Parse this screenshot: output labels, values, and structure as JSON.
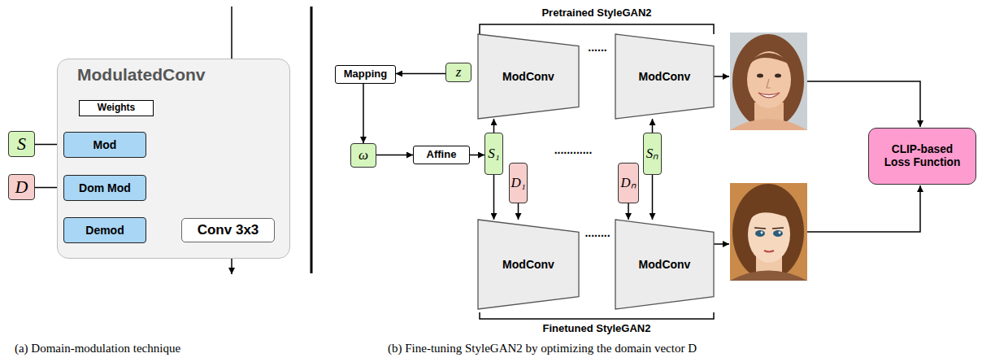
{
  "diagram": {
    "nodes": [
      {
        "text": [
          "ModulatedConv"
        ]
      },
      {
        "text": [
          "Weights"
        ],
        "in": 0
      },
      {
        "text": [
          "Mod"
        ],
        "in": 0
      },
      {
        "text": [
          "Dom Mod"
        ],
        "in": 0
      },
      {
        "text": [
          "Demod"
        ],
        "in": 0
      },
      {
        "text": [
          "Conv 3x3"
        ],
        "in": 0
      },
      {
        "text": [
          "S"
        ]
      },
      {
        "text": [
          "D"
        ]
      },
      {
        "text": [
          "Mapping"
        ]
      },
      {
        "text": [
          "z"
        ]
      },
      {
        "text": [
          "ω"
        ]
      },
      {
        "text": [
          "Affine"
        ]
      },
      {
        "text": [
          "ModConv"
        ]
      },
      {
        "text": [
          "ModConv"
        ]
      },
      {
        "text": [
          "S₁"
        ]
      },
      {
        "text": [
          "Sₙ"
        ]
      },
      {
        "text": [
          "D₁"
        ]
      },
      {
        "text": [
          "Dₙ"
        ]
      },
      {
        "text": [
          "ModConv"
        ]
      },
      {
        "text": [
          "ModConv"
        ]
      },
      {
        "text": [
          "CLIP-based Loss Function"
        ]
      }
    ],
    "edges": [
      {
        "from": 1,
        "to": 2,
        "arrow": "to"
      },
      {
        "from": 6,
        "to": 2,
        "arrow": "to"
      },
      {
        "from": 2,
        "to": 3,
        "arrow": "to"
      },
      {
        "from": 7,
        "to": 3,
        "arrow": "to"
      },
      {
        "from": 3,
        "to": 4,
        "arrow": "to"
      },
      {
        "from": 4,
        "to": 5,
        "arrow": "to"
      },
      {
        "from": 9,
        "to": 8,
        "arrow": "to"
      },
      {
        "from": 8,
        "to": 10,
        "arrow": "to"
      },
      {
        "from": 10,
        "to": 11,
        "arrow": "to"
      },
      {
        "from": 11,
        "to": 14,
        "arrow": "to"
      },
      {
        "from": 14,
        "to": 12,
        "arrow": "to"
      },
      {
        "from": 14,
        "to": 18,
        "arrow": "to"
      },
      {
        "from": 16,
        "to": 18,
        "arrow": "to"
      },
      {
        "from": 15,
        "to": 13,
        "arrow": "to"
      },
      {
        "from": 15,
        "to": 19,
        "arrow": "to"
      },
      {
        "from": 17,
        "to": 19,
        "arrow": "to"
      }
    ],
    "labels": [
      "Pretrained StyleGAN2",
      "......",
      "............",
      "........",
      "Finetuned StyleGAN2",
      "(a) Domain-modulation technique",
      "(b) Fine-tuning StyleGAN2 by optimizing the domain vector D"
    ]
  }
}
